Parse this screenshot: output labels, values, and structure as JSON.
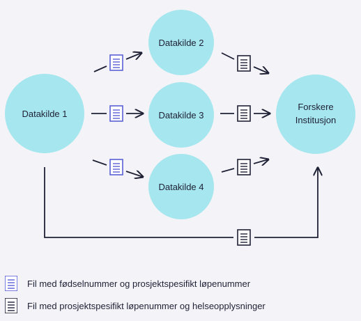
{
  "nodes": {
    "datakilde1": "Datakilde 1",
    "datakilde2": "Datakilde 2",
    "datakilde3": "Datakilde 3",
    "datakilde4": "Datakilde 4",
    "forskere_line1": "Forskere",
    "forskere_line2": "Institusjon"
  },
  "legend": {
    "blue_file": "Fil med fødselnummer og prosjektspesifikt løpenummer",
    "dark_file": "Fil med prosjektspesifikt løpenummer og helseopplysninger"
  },
  "colors": {
    "node_fill": "#a6e6ee",
    "blue_icon": "#5a5fd6",
    "dark_icon": "#1e2035",
    "arrow": "#1e2035",
    "background": "#f4f4f8"
  },
  "icons": {
    "file_blue": "document-icon-blue",
    "file_dark": "document-icon-dark"
  }
}
